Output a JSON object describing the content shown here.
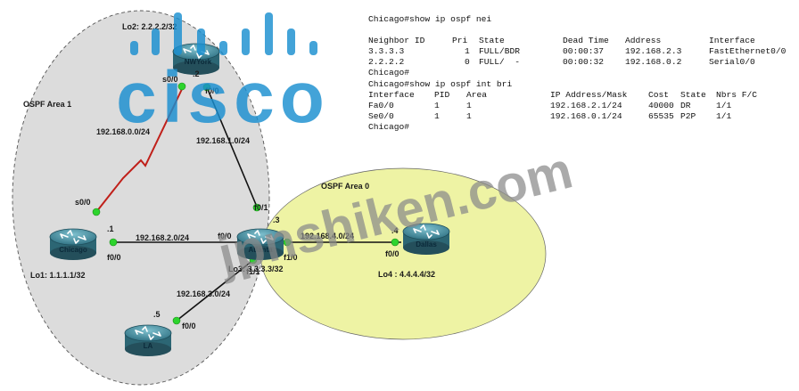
{
  "watermark": {
    "logo_text": "cisco",
    "site_text": "jpnshiken.com"
  },
  "colors": {
    "area1_fill": "#dcdcdc",
    "area0_fill": "#eef3a4",
    "serial_link": "#c0201a",
    "ethernet_link": "#111111",
    "interface_dot": "#2dd42d",
    "router": "#3e8a9c",
    "watermark_blue": "#1a8fd0",
    "watermark_gray": "#8a8a8a"
  },
  "areas": {
    "area1": "OSPF Area 1",
    "area0": "OSPF Area 0"
  },
  "routers": [
    {
      "id": "nwyork",
      "name": "NWYork",
      "icon": "router-icon"
    },
    {
      "id": "chicago",
      "name": "Chicago",
      "icon": "router-icon"
    },
    {
      "id": "atlanta",
      "name": "Atlanta",
      "icon": "router-icon"
    },
    {
      "id": "dallas",
      "name": "Dallas",
      "icon": "router-icon"
    },
    {
      "id": "la",
      "name": "LA",
      "icon": "router-icon"
    }
  ],
  "loopbacks": {
    "nwyork": "Lo2: 2.2.2.2/32",
    "chicago": "Lo1: 1.1.1.1/32",
    "atlanta": "Lo3: 3.3.3.3/32",
    "dallas": "Lo4 : 4.4.4.4/32"
  },
  "links": [
    {
      "id": "chicago-nwyork",
      "type": "serial",
      "subnet": "192.168.0.0/24"
    },
    {
      "id": "nwyork-atlanta",
      "type": "ethernet",
      "subnet": "192.168.1.0/24"
    },
    {
      "id": "chicago-atlanta",
      "type": "ethernet",
      "subnet": "192.168.2.0/24"
    },
    {
      "id": "atlanta-la",
      "type": "ethernet",
      "subnet": "192.168.3.0/24"
    },
    {
      "id": "atlanta-dallas",
      "type": "ethernet",
      "subnet": "192.168.4.0/24"
    }
  ],
  "interfaces": {
    "nwyork_s0": "s0/0",
    "nwyork_host": ".2",
    "nwyork_f0": "f0/0",
    "chicago_s0": "s0/0",
    "chicago_host": ".1",
    "chicago_f0": "f0/0",
    "atlanta_f01_top": "f0/1",
    "atlanta_host": ".3",
    "atlanta_f00": "f0/0",
    "atlanta_f10": "f1/0",
    "atlanta_f11": "f1/1",
    "dallas_host": ".4",
    "dallas_f0": "f0/0",
    "la_host": ".5",
    "la_f0": "f0/0"
  },
  "cli": {
    "cmd1": "Chicago#show ip ospf nei",
    "nei_headers": [
      "Neighbor ID",
      "Pri",
      "State",
      "Dead Time",
      "Address",
      "Interface"
    ],
    "nei_rows": [
      [
        "3.3.3.3",
        "1",
        "FULL/BDR",
        "00:00:37",
        "192.168.2.3",
        "FastEthernet0/0"
      ],
      [
        "2.2.2.2",
        "0",
        "FULL/  -",
        "00:00:32",
        "192.168.0.2",
        "Serial0/0"
      ]
    ],
    "prompt1": "Chicago#",
    "cmd2": "Chicago#show ip ospf int bri",
    "int_headers": [
      "Interface",
      "PID",
      "Area",
      "IP Address/Mask",
      "Cost",
      "State",
      "Nbrs F/C"
    ],
    "int_rows": [
      [
        "Fa0/0",
        "1",
        "1",
        "192.168.2.1/24",
        "40000",
        "DR",
        "1/1"
      ],
      [
        "Se0/0",
        "1",
        "1",
        "192.168.0.1/24",
        "65535",
        "P2P",
        "1/1"
      ]
    ],
    "prompt2": "Chicago#"
  }
}
